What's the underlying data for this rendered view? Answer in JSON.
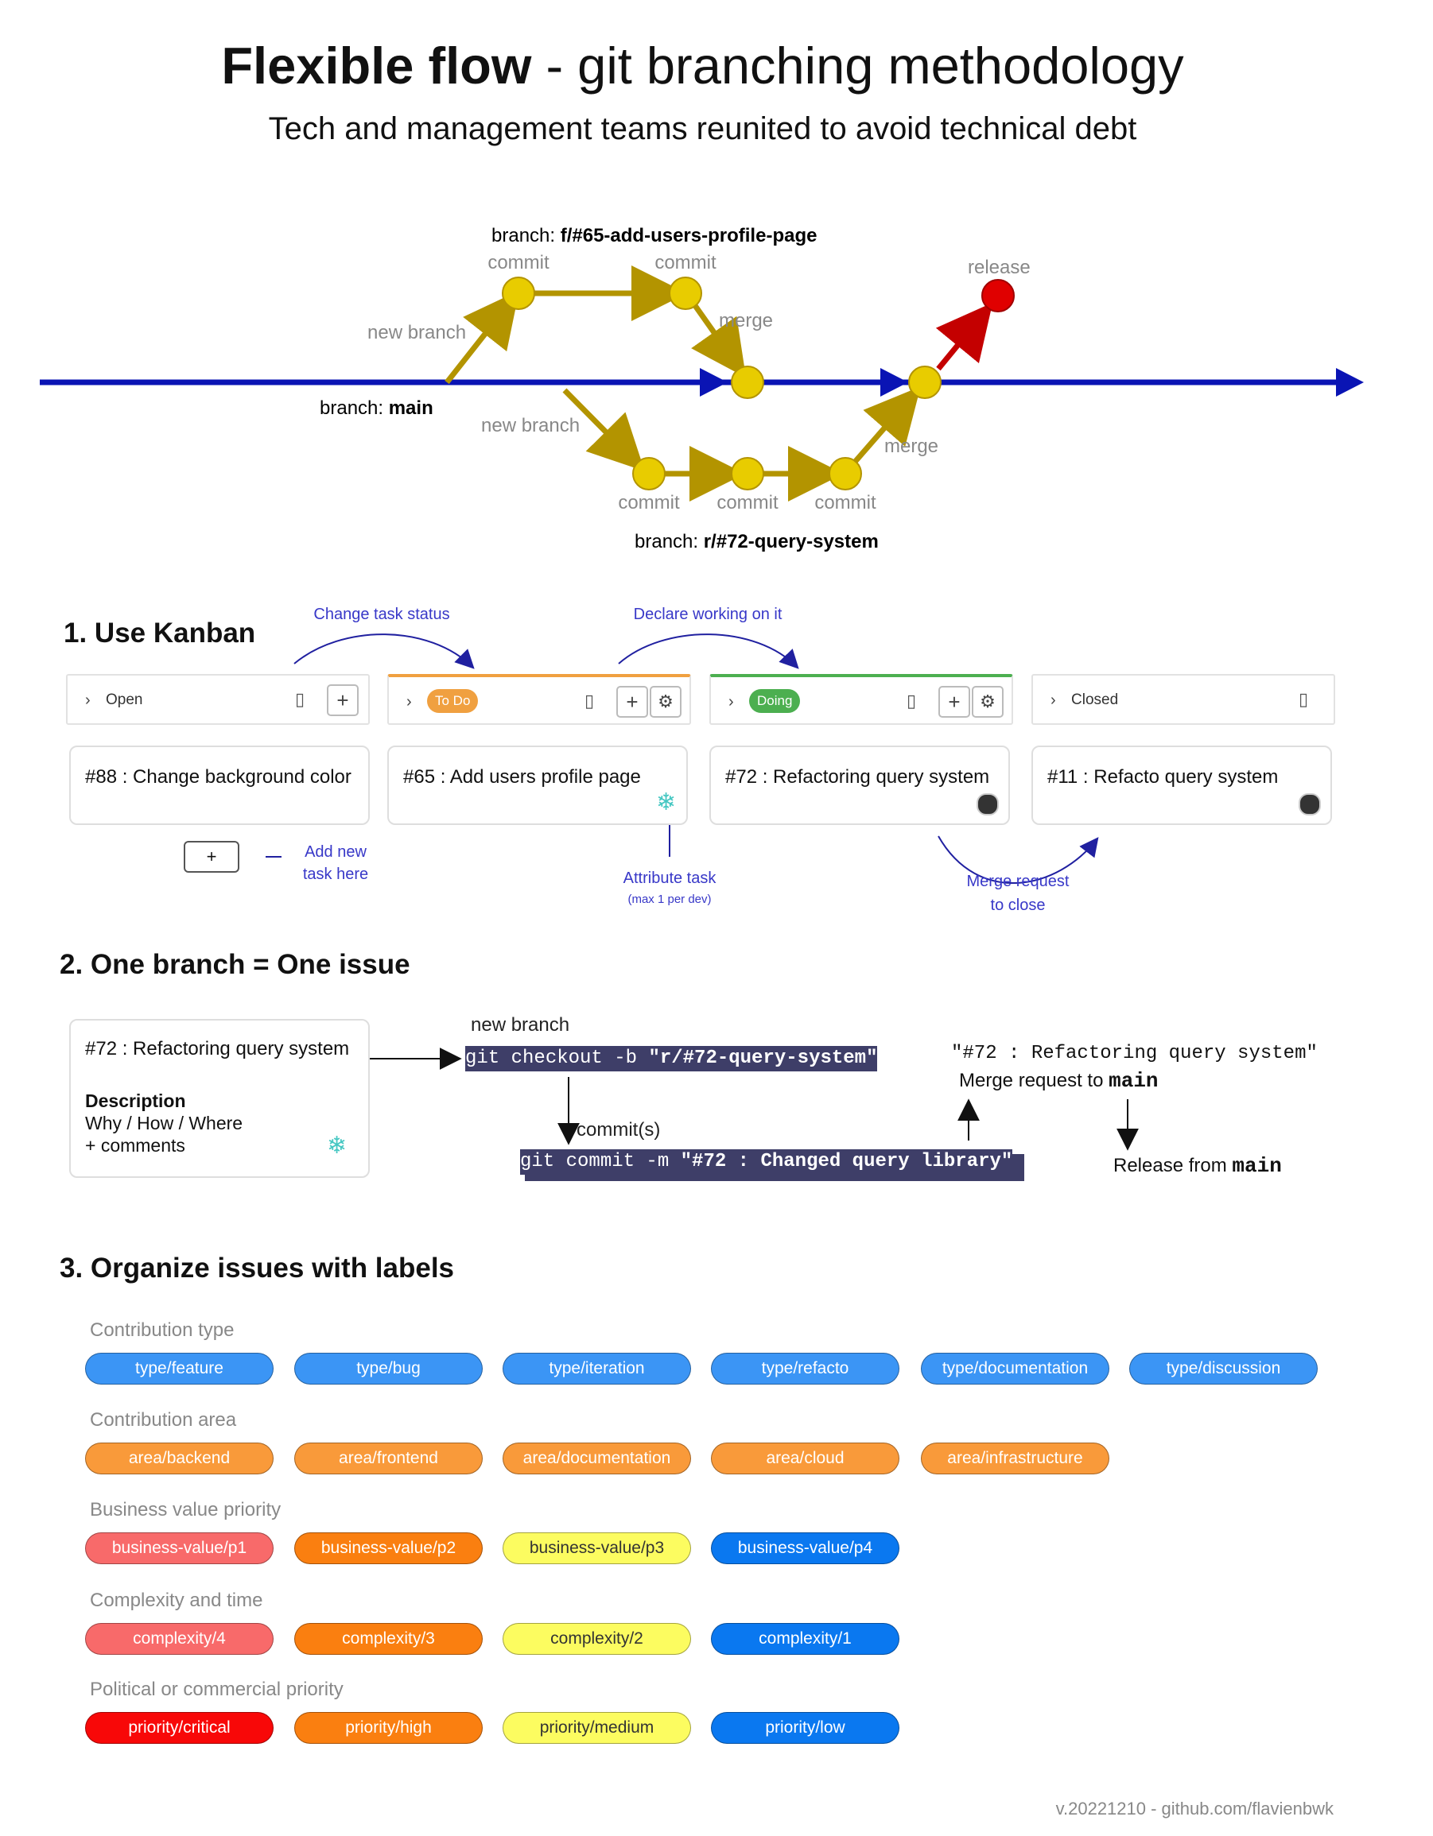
{
  "header": {
    "title_bold": "Flexible flow",
    "title_rest": " - git branching methodology",
    "subtitle": "Tech and management teams reunited to avoid technical debt"
  },
  "gitflow": {
    "feature_branch_prefix": "branch: ",
    "feature_branch_name": "f/#65-add-users-profile-page",
    "main_branch_prefix": "branch: ",
    "main_branch_name": "main",
    "refacto_branch_prefix": "branch: ",
    "refacto_branch_name": "r/#72-query-system",
    "new_branch_top": "new branch",
    "new_branch_bottom": "new branch",
    "commit_top_1": "commit",
    "commit_top_2": "commit",
    "merge_top": "merge",
    "merge_bottom": "merge",
    "release": "release",
    "commit_bottom_1": "commit",
    "commit_bottom_2": "commit",
    "commit_bottom_3": "commit",
    "colors": {
      "main": "#0a14b4",
      "branch": "#b39400",
      "node": "#e8cc00",
      "release": "#e00000",
      "release_arrow": "#c40000"
    }
  },
  "kanban": {
    "heading": "1. Use Kanban",
    "note_status": "Change task status",
    "note_declare": "Declare working on it",
    "columns": [
      {
        "label": "Open",
        "pill": false,
        "accent": "",
        "card": "#88 : Change background color"
      },
      {
        "label": "To Do",
        "pill": true,
        "accent": "#f0a040",
        "card": "#65 : Add users profile page"
      },
      {
        "label": "Doing",
        "pill": true,
        "accent": "#4caf50",
        "card": "#72 : Refactoring query system"
      },
      {
        "label": "Closed",
        "pill": false,
        "accent": "",
        "card": "#11 : Refacto query system"
      }
    ],
    "add_button": "+",
    "note_add_1": "Add new",
    "note_add_2": "task here",
    "note_attr_1": "Attribute task",
    "note_attr_2": "(max 1 per dev)",
    "note_merge_1": "Merge request",
    "note_merge_2": "to close"
  },
  "branch_issue": {
    "heading": "2. One branch = One issue",
    "card_title": "#72 : Refactoring query system",
    "card_desc_label": "Description",
    "card_desc_1": "Why / How / Where",
    "card_desc_2": "+ comments",
    "new_branch": "new branch",
    "checkout_cmd": "git checkout -b ",
    "checkout_arg": "\"r/#72-query-system\"",
    "commits_label": "commit(s)",
    "commit_cmd": "git commit -m ",
    "commit_arg": "\"#72 : Changed query library\"",
    "mr_title": "\"#72 : Refactoring query system\"",
    "mr_label": "Merge request to ",
    "mr_target": "main",
    "release_label": "Release from ",
    "release_target": "main"
  },
  "labels": {
    "heading": "3. Organize issues with labels",
    "groups": [
      {
        "title": "Contribution type",
        "tags": [
          {
            "text": "type/feature",
            "bg": "#3b95f5",
            "fg": "#ffffff"
          },
          {
            "text": "type/bug",
            "bg": "#3b95f5",
            "fg": "#ffffff"
          },
          {
            "text": "type/iteration",
            "bg": "#3b95f5",
            "fg": "#ffffff"
          },
          {
            "text": "type/refacto",
            "bg": "#3b95f5",
            "fg": "#ffffff"
          },
          {
            "text": "type/documentation",
            "bg": "#3b95f5",
            "fg": "#ffffff"
          },
          {
            "text": "type/discussion",
            "bg": "#3b95f5",
            "fg": "#ffffff"
          }
        ]
      },
      {
        "title": "Contribution area",
        "tags": [
          {
            "text": "area/backend",
            "bg": "#f99a3a",
            "fg": "#ffffff"
          },
          {
            "text": "area/frontend",
            "bg": "#f99a3a",
            "fg": "#ffffff"
          },
          {
            "text": "area/documentation",
            "bg": "#f99a3a",
            "fg": "#ffffff"
          },
          {
            "text": "area/cloud",
            "bg": "#f99a3a",
            "fg": "#ffffff"
          },
          {
            "text": "area/infrastructure",
            "bg": "#f99a3a",
            "fg": "#ffffff"
          }
        ]
      },
      {
        "title": "Business value priority",
        "tags": [
          {
            "text": "business-value/p1",
            "bg": "#f86a6a",
            "fg": "#ffffff"
          },
          {
            "text": "business-value/p2",
            "bg": "#fa7f10",
            "fg": "#ffffff"
          },
          {
            "text": "business-value/p3",
            "bg": "#fcfc60",
            "fg": "#333333"
          },
          {
            "text": "business-value/p4",
            "bg": "#0a78f0",
            "fg": "#ffffff"
          }
        ]
      },
      {
        "title": "Complexity and time",
        "tags": [
          {
            "text": "complexity/4",
            "bg": "#f86a6a",
            "fg": "#ffffff"
          },
          {
            "text": "complexity/3",
            "bg": "#fa7f10",
            "fg": "#ffffff"
          },
          {
            "text": "complexity/2",
            "bg": "#fcfc60",
            "fg": "#333333"
          },
          {
            "text": "complexity/1",
            "bg": "#0a78f0",
            "fg": "#ffffff"
          }
        ]
      },
      {
        "title": "Political or commercial priority",
        "tags": [
          {
            "text": "priority/critical",
            "bg": "#f80808",
            "fg": "#ffffff"
          },
          {
            "text": "priority/high",
            "bg": "#fa7f10",
            "fg": "#ffffff"
          },
          {
            "text": "priority/medium",
            "bg": "#fcfc60",
            "fg": "#333333"
          },
          {
            "text": "priority/low",
            "bg": "#0a78f0",
            "fg": "#ffffff"
          }
        ]
      }
    ]
  },
  "footer": "v.20221210 - github.com/flavienbwk"
}
